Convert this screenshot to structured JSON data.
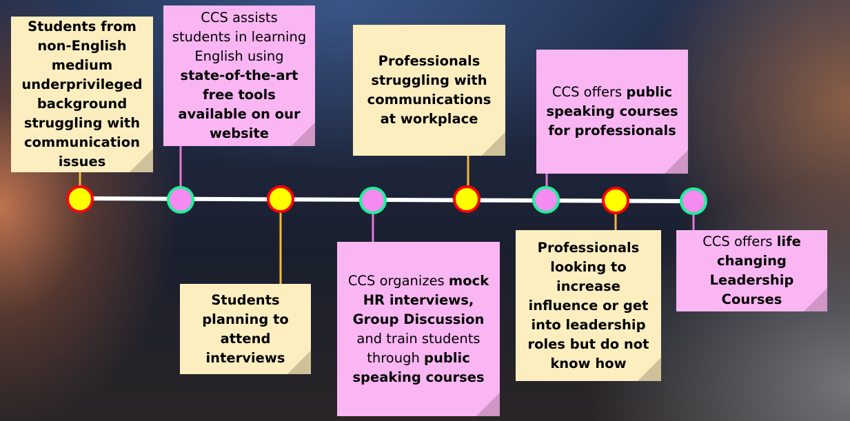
{
  "colors": {
    "problem_fill": "#fdeec0",
    "solution_fill": "#f9b6f3",
    "problem_dot": "#ffff00",
    "problem_ring": "#ff0000",
    "solution_dot": "#f58af0",
    "solution_ring": "#1ef09a"
  },
  "notes": [
    {
      "id": "n1",
      "type": "yellow",
      "segments": [
        {
          "text": "Students from non-English medium underprivileged background struggling with communication issues",
          "bold": true
        }
      ]
    },
    {
      "id": "n2",
      "type": "pink",
      "segments": [
        {
          "text": "CCS assists students in learning English using ",
          "bold": false
        },
        {
          "text": "state-of-the-art free tools available on our website",
          "bold": true
        }
      ]
    },
    {
      "id": "n3",
      "type": "yellow",
      "segments": [
        {
          "text": "Professionals struggling with communications at workplace",
          "bold": true
        }
      ]
    },
    {
      "id": "n4",
      "type": "pink",
      "segments": [
        {
          "text": "CCS offers ",
          "bold": false
        },
        {
          "text": "public speaking courses for professionals",
          "bold": true
        }
      ]
    },
    {
      "id": "n5",
      "type": "yellow",
      "segments": [
        {
          "text": "Students planning to attend interviews",
          "bold": true
        }
      ]
    },
    {
      "id": "n6",
      "type": "pink",
      "segments": [
        {
          "text": "CCS organizes ",
          "bold": false
        },
        {
          "text": "mock HR interviews, Group Discussion",
          "bold": true
        },
        {
          "text": " and train students through ",
          "bold": false
        },
        {
          "text": "public speaking courses",
          "bold": true
        }
      ]
    },
    {
      "id": "n7",
      "type": "yellow",
      "segments": [
        {
          "text": "Professionals looking to increase influence or get into leadership roles but do not know how",
          "bold": true
        }
      ]
    },
    {
      "id": "n8",
      "type": "pink",
      "segments": [
        {
          "text": "CCS offers ",
          "bold": false
        },
        {
          "text": "life changing Leadership Courses",
          "bold": true
        }
      ]
    }
  ]
}
